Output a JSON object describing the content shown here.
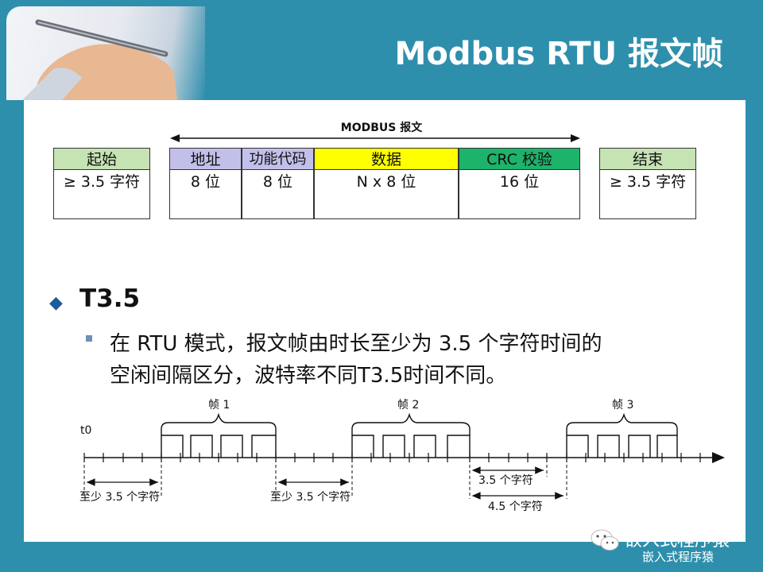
{
  "title": "Modbus RTU 报文帧",
  "frame_diagram": {
    "label": "MODBUS 报文",
    "cells": [
      {
        "name": "start",
        "header": "起始",
        "value": "≥ 3.5 字符",
        "color": "#c6e3b4"
      },
      {
        "name": "address",
        "header": "地址",
        "value": "8 位",
        "color": "#c2c0ea"
      },
      {
        "name": "function",
        "header": "功能代码",
        "value": "8 位",
        "color": "#c2c0ea"
      },
      {
        "name": "data",
        "header": "数据",
        "value": "N x 8 位",
        "color": "#ffff00"
      },
      {
        "name": "crc",
        "header": "CRC 校验",
        "value": "16 位",
        "color": "#1db36a"
      },
      {
        "name": "end",
        "header": "结束",
        "value": "≥ 3.5 字符",
        "color": "#c6e3b4"
      }
    ]
  },
  "section": {
    "heading": "T3.5",
    "bullet_lines": [
      "在 RTU 模式，报文帧由时长至少为 3.5 个字符时间的",
      "空闲间隔区分，波特率不同T3.5时间不同。"
    ]
  },
  "timeline": {
    "origin_label": "t0",
    "frames": [
      "帧 1",
      "帧 2",
      "帧 3"
    ],
    "gap_labels": [
      "至少 3.5 个字符",
      "至少 3.5 个字符",
      "3.5 个字符",
      "4.5 个字符"
    ]
  },
  "watermark": {
    "line1": "嵌入式程序猿",
    "line2": "嵌入式程序猿"
  },
  "colors": {
    "frame_teal": "#2e8fad",
    "accent_blue": "#1f5a9b"
  },
  "icons": {
    "heading_bullet": "◆",
    "wechat": "wechat-icon"
  }
}
